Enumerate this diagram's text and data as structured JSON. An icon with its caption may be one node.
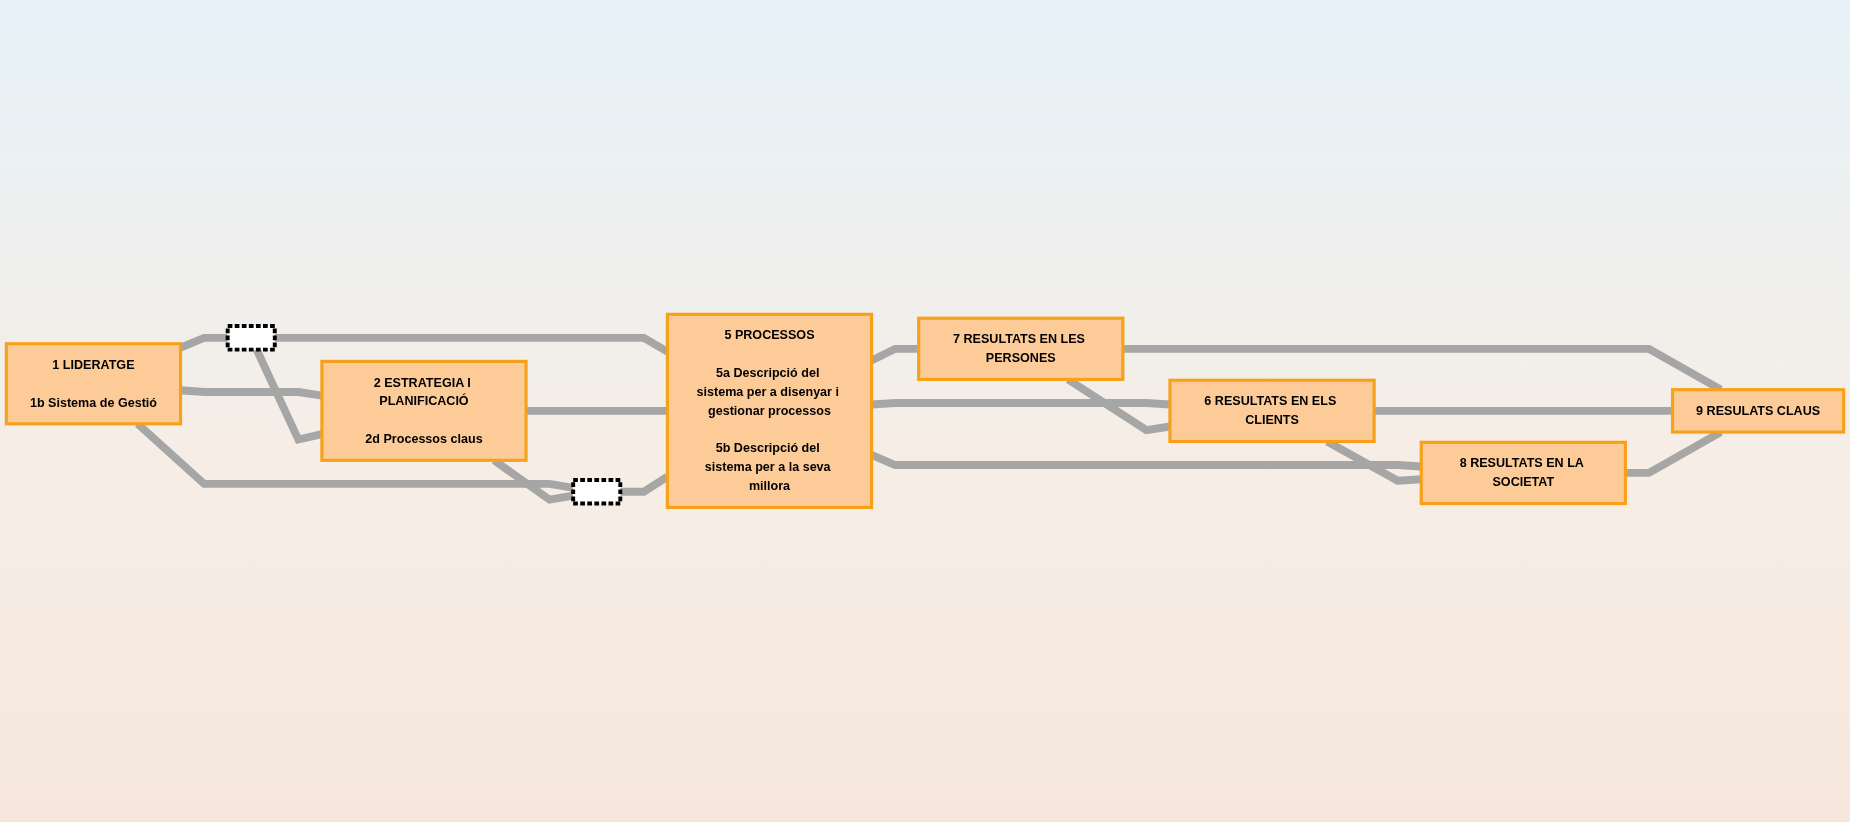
{
  "diagram": {
    "nodes": [
      {
        "text": [
          "1 LIDERATGE",
          "1b Sistema de Gestió"
        ]
      },
      {
        "text": [],
        "shape": "box"
      },
      {
        "text": [
          "2 ESTRATEGIA I PLANIFICACIÓ",
          "2d Processos claus"
        ]
      },
      {
        "text": [],
        "shape": "box"
      },
      {
        "text": [
          "5 PROCESSOS",
          "5a Descripció del sistema per a disenyar i gestionar processos",
          "5b Descripció del sistema per a la seva millora"
        ]
      },
      {
        "text": [
          "7 RESULTATS EN LES PERSONES"
        ]
      },
      {
        "text": [
          "6 RESULTATS EN ELS CLIENTS"
        ]
      },
      {
        "text": [
          "8 RESULTATS EN LA SOCIETAT"
        ]
      },
      {
        "text": [
          "9 RESULATS CLAUS"
        ]
      }
    ],
    "edges": [
      {
        "from": 0,
        "to": 1,
        "arrow": "none"
      },
      {
        "from": 0,
        "to": 2,
        "arrow": "none"
      },
      {
        "from": 0,
        "to": 3,
        "arrow": "none"
      },
      {
        "from": 1,
        "to": 2,
        "arrow": "none"
      },
      {
        "from": 2,
        "to": 3,
        "arrow": "none"
      },
      {
        "from": 1,
        "to": 4,
        "arrow": "none"
      },
      {
        "from": 2,
        "to": 4,
        "arrow": "none"
      },
      {
        "from": 3,
        "to": 4,
        "arrow": "none"
      },
      {
        "from": 4,
        "to": 5,
        "arrow": "none"
      },
      {
        "from": 4,
        "to": 6,
        "arrow": "none"
      },
      {
        "from": 4,
        "to": 7,
        "arrow": "none"
      },
      {
        "from": 5,
        "to": 6,
        "arrow": "none"
      },
      {
        "from": 6,
        "to": 7,
        "arrow": "none"
      },
      {
        "from": 5,
        "to": 8,
        "arrow": "none"
      },
      {
        "from": 6,
        "to": 8,
        "arrow": "none"
      },
      {
        "from": 7,
        "to": 8,
        "arrow": "none"
      }
    ]
  }
}
